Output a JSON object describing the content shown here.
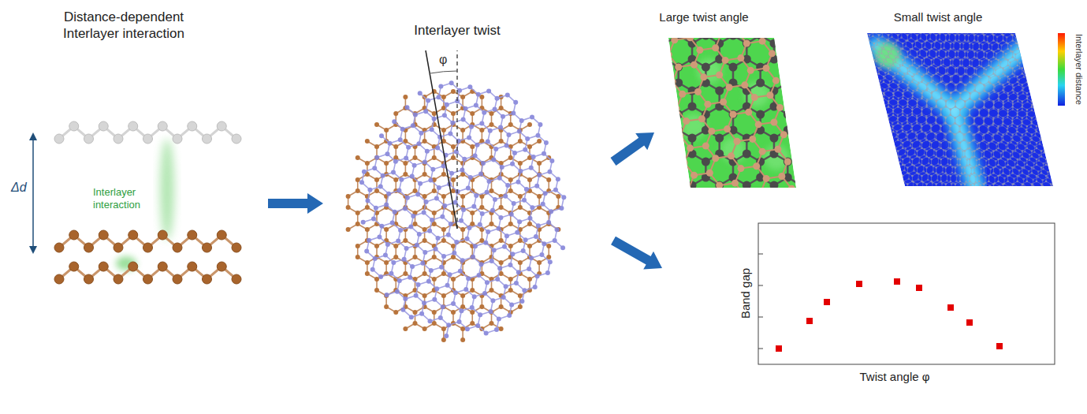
{
  "diagram": {
    "nodes": [
      {
        "text": [
          "Distance-dependent Interlayer interaction"
        ]
      },
      {
        "text": [
          "Interlayer twist"
        ]
      },
      {
        "text": [
          "Large twist angle"
        ]
      },
      {
        "text": [
          "Small twist angle"
        ]
      },
      {
        "text": [
          "Band gap",
          "Twist angle φ"
        ]
      }
    ],
    "edges": [
      {
        "from": 0,
        "to": 1,
        "arrow": "to"
      },
      {
        "from": 1,
        "to": 2,
        "arrow": "to"
      },
      {
        "from": 1,
        "to": 4,
        "arrow": "to"
      }
    ],
    "labels": [
      "Δd",
      "Interlayer interaction",
      "φ",
      "Interlayer distance"
    ]
  }
}
